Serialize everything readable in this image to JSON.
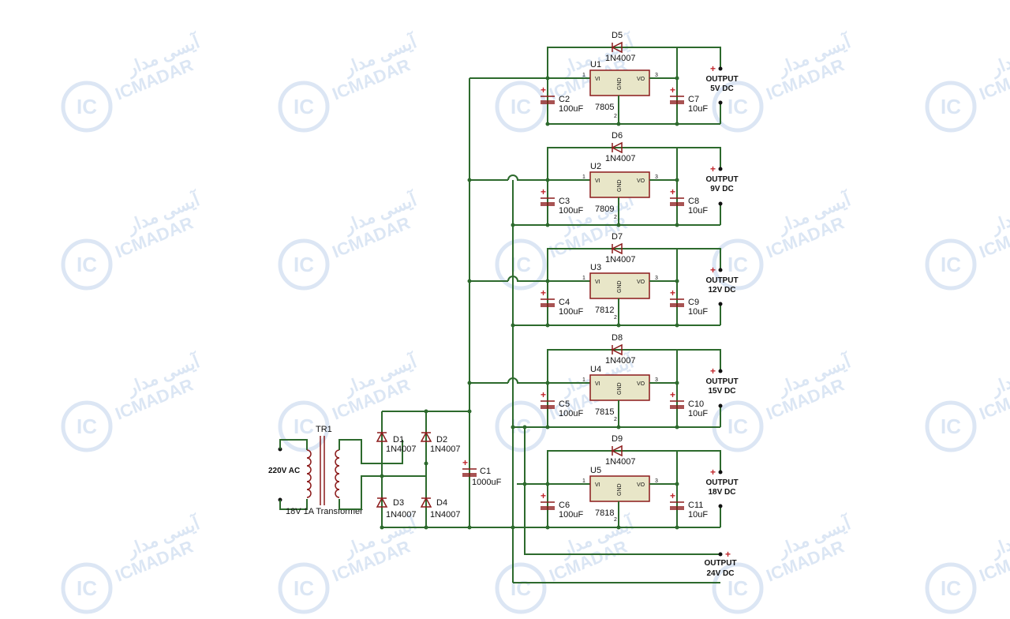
{
  "transformer": {
    "ref": "TR1",
    "desc": "18V 1A Transformer",
    "input": "220V AC"
  },
  "bridge": [
    {
      "ref": "D1",
      "part": "1N4007"
    },
    {
      "ref": "D2",
      "part": "1N4007"
    },
    {
      "ref": "D3",
      "part": "1N4007"
    },
    {
      "ref": "D4",
      "part": "1N4007"
    }
  ],
  "filter_cap": {
    "ref": "C1",
    "value": "1000uF"
  },
  "regulators": [
    {
      "ref": "U1",
      "part": "7805",
      "diode": "D5",
      "diode_part": "1N4007",
      "cin": "C2",
      "cin_val": "100uF",
      "cout": "C7",
      "cout_val": "10uF",
      "out1": "OUTPUT",
      "out2": "5V DC"
    },
    {
      "ref": "U2",
      "part": "7809",
      "diode": "D6",
      "diode_part": "1N4007",
      "cin": "C3",
      "cin_val": "100uF",
      "cout": "C8",
      "cout_val": "10uF",
      "out1": "OUTPUT",
      "out2": "9V DC"
    },
    {
      "ref": "U3",
      "part": "7812",
      "diode": "D7",
      "diode_part": "1N4007",
      "cin": "C4",
      "cin_val": "100uF",
      "cout": "C9",
      "cout_val": "10uF",
      "out1": "OUTPUT",
      "out2": "12V DC"
    },
    {
      "ref": "U4",
      "part": "7815",
      "diode": "D8",
      "diode_part": "1N4007",
      "cin": "C5",
      "cin_val": "100uF",
      "cout": "C10",
      "cout_val": "10uF",
      "out1": "OUTPUT",
      "out2": "15V DC"
    },
    {
      "ref": "U5",
      "part": "7818",
      "diode": "D9",
      "diode_part": "1N4007",
      "cin": "C6",
      "cin_val": "100uF",
      "cout": "C11",
      "cout_val": "10uF",
      "out1": "OUTPUT",
      "out2": "18V DC"
    }
  ],
  "pins": {
    "vi": "VI",
    "vo": "VO",
    "gnd": "GND",
    "p1": "1",
    "p2": "2",
    "p3": "3",
    "plus": "+"
  },
  "out24": {
    "line1": "OUTPUT",
    "line2": "24V DC"
  },
  "watermark": {
    "brand": "ICMADAR",
    "logo": "IC",
    "persian": "آیسی مدار"
  }
}
